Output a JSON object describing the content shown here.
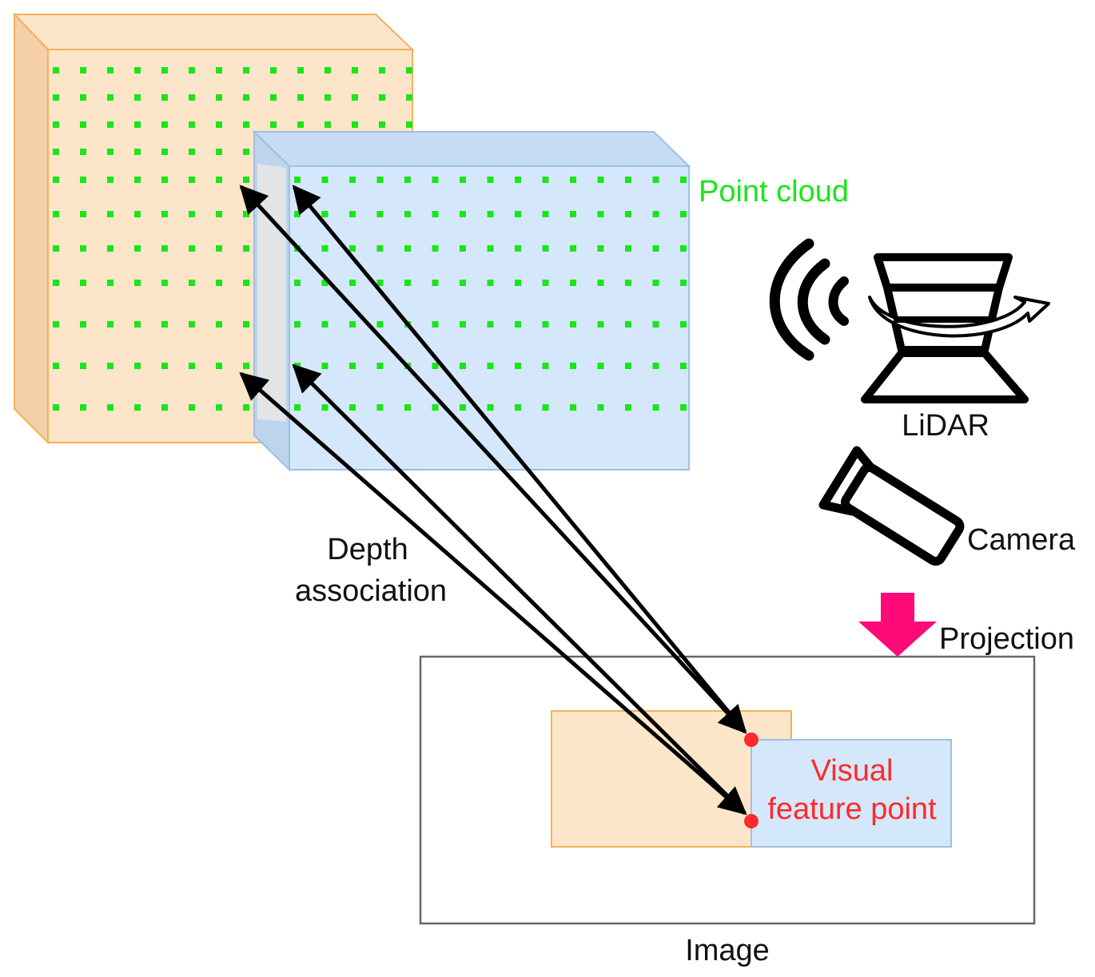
{
  "labels": {
    "point_cloud": "Point cloud",
    "lidar": "LiDAR",
    "camera": "Camera",
    "projection": "Projection",
    "depth_line1": "Depth",
    "depth_line2": "association",
    "image": "Image",
    "feature_line1": "Visual",
    "feature_line2": "feature point"
  },
  "colors": {
    "point_cloud_dots": "#19e619",
    "point_cloud_label": "#19e619",
    "orange_box_face": "#fde5ca",
    "orange_box_side": "#f4cfa8",
    "orange_box_edge": "#f0b25a",
    "blue_box_face": "#d5e8fb",
    "blue_box_side": "#bcd5ec",
    "blue_box_edge": "#9cc0e4",
    "projection_arrow": "#ff0a78",
    "feature_point": "#ff2a2a",
    "feature_label": "#ff2a2a",
    "arrows": "#000000",
    "image_frame": "#666666"
  },
  "icons": {
    "lidar": "lidar-sensor-icon",
    "camera": "camera-icon",
    "projection": "down-arrow-icon"
  }
}
